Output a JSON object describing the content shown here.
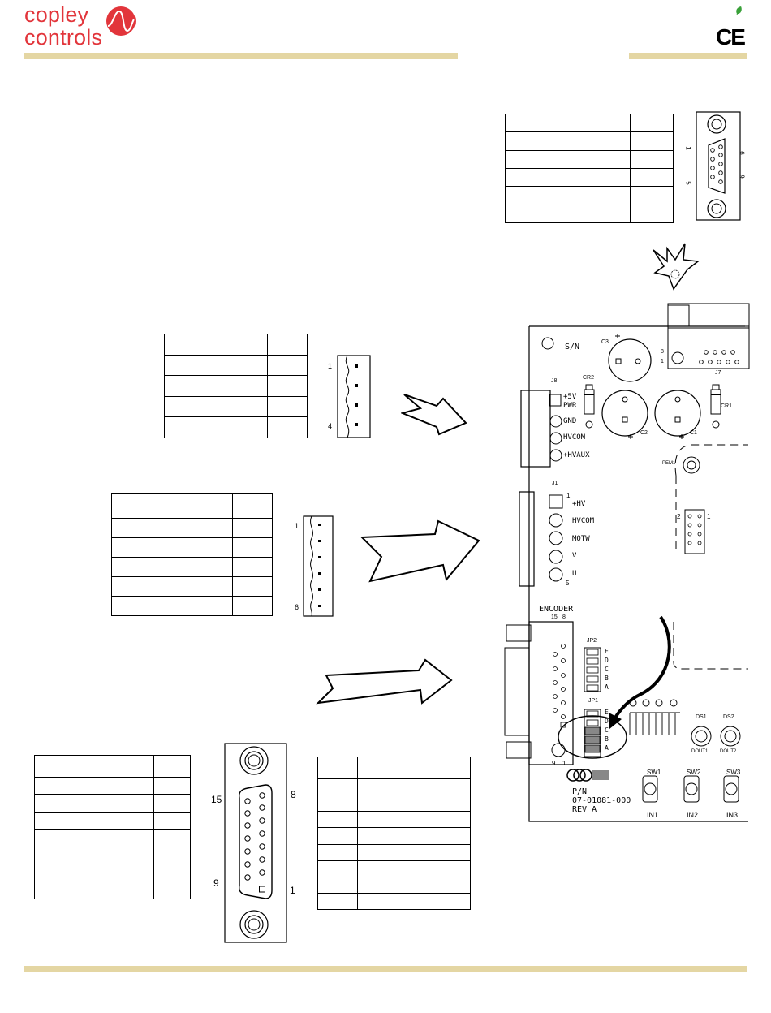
{
  "header": {
    "logo_line1": "copley",
    "logo_line2": "controls",
    "ce_mark": "CE",
    "brand_color": "#e2353b",
    "bar_color": "#e4d6a3"
  },
  "connector_j8": {
    "pin_first": "1",
    "pin_last": "4",
    "rows": 5
  },
  "connector_j1": {
    "pin_first": "1",
    "pin_last": "6",
    "rows": 6
  },
  "connector_db15": {
    "pin_15": "15",
    "pin_8": "8",
    "pin_9": "9",
    "pin_1": "1"
  },
  "connector_db9": {
    "pin_1": "1",
    "pin_5": "5",
    "pin_6": "6",
    "pin_9": "9"
  },
  "board": {
    "sn": "S/N",
    "c3": "C3",
    "c2": "C2",
    "c1": "C1",
    "cr2": "CR2",
    "cr1": "CR1",
    "j8": "J8",
    "j7": "J7",
    "j1": "J1",
    "j7_pin8": "8",
    "j7_pin1": "1",
    "j8_labels": [
      "+5V",
      "PWR",
      "GND",
      "HVCOM",
      "+HVAUX"
    ],
    "pem1": "PEM1",
    "j1_labels": [
      "+HV",
      "HVCOM",
      "MOTW",
      "V",
      "U"
    ],
    "j1_pin1": "1",
    "j1_pin5": "5",
    "hdr_2": "2",
    "hdr_1": "1",
    "encoder": "ENCODER",
    "enc_15": "15",
    "enc_8": "8",
    "enc_9": "9",
    "enc_1": "1",
    "jp2": "JP2",
    "jp1": "JP1",
    "jumper_letters": [
      "E",
      "D",
      "C",
      "B",
      "A"
    ],
    "ds1": "DS1",
    "ds2": "DS2",
    "dout1": "DOUT1",
    "dout2": "DOUT2",
    "sw1": "SW1",
    "sw2": "SW2",
    "sw3": "SW3",
    "in1": "IN1",
    "in2": "IN2",
    "in3": "IN3",
    "pn_label": "P/N",
    "pn_value": "07-01081-000",
    "rev": "REV A"
  }
}
